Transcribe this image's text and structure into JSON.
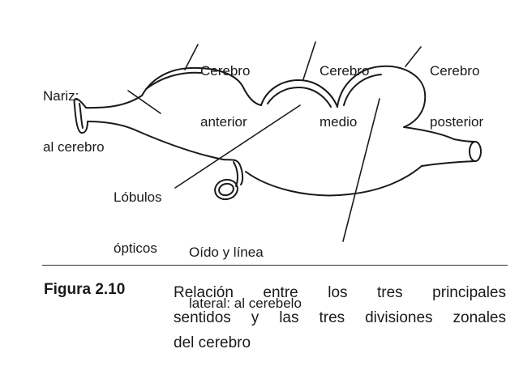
{
  "labels": {
    "nariz_1": "Nariz:",
    "nariz_2": "al cerebro",
    "anterior_1": "Cerebro",
    "anterior_2": "anterior",
    "medio_1": "Cerebro",
    "medio_2": "medio",
    "posterior_1": "Cerebro",
    "posterior_2": "posterior",
    "lobulos_1": "Lóbulos",
    "lobulos_2": "ópticos",
    "oido_1": "Oído y línea",
    "oido_2": "lateral: al cerebelo"
  },
  "caption": {
    "figure": "Figura 2.10",
    "line1": "Relación entre los tres principales",
    "line2": "sentidos y las tres divisiones zonales",
    "line3": "del cerebro"
  }
}
